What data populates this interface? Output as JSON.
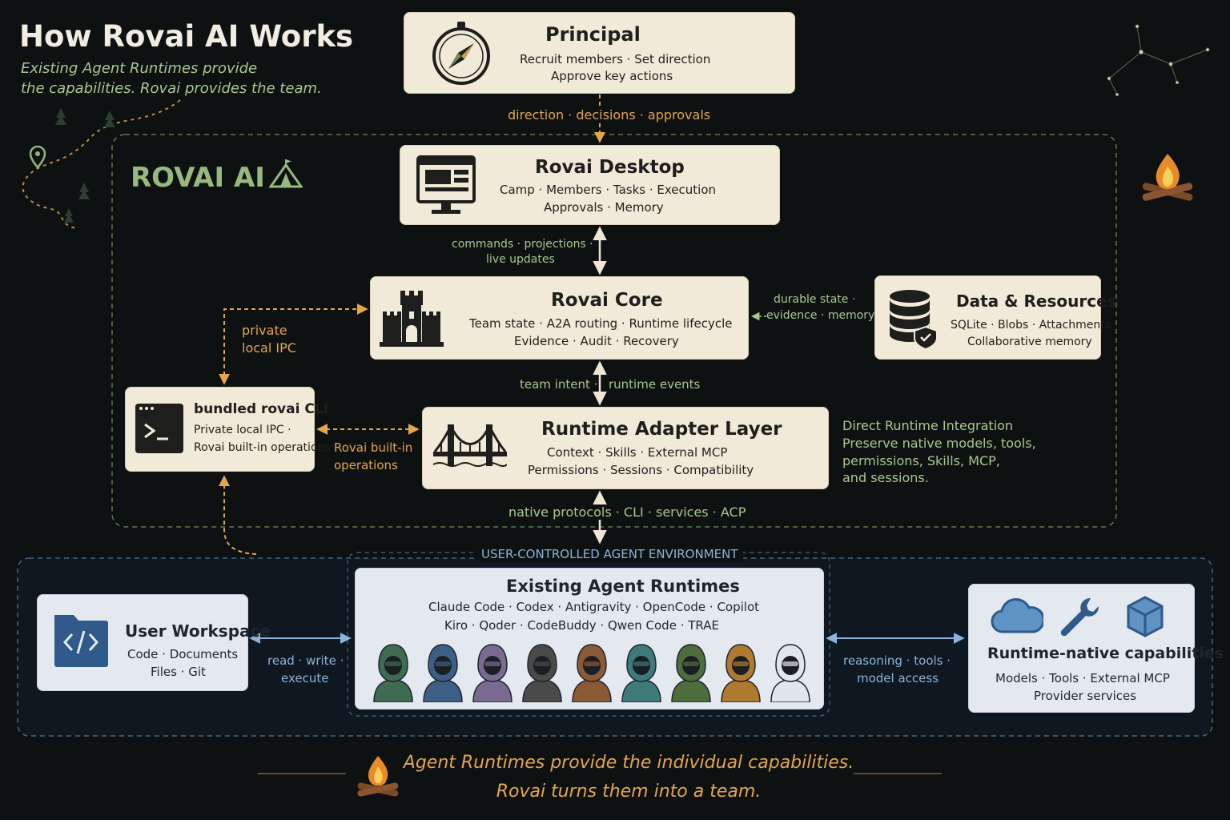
{
  "header": {
    "title": "How Rovai AI Works",
    "subtitle_line1": "Existing Agent Runtimes provide",
    "subtitle_line2": "the capabilities. Rovai provides the team."
  },
  "principal": {
    "title": "Principal",
    "line1": "Recruit members · Set direction",
    "line2": "Approve key actions",
    "icon": "compass-icon"
  },
  "flow_principal": "direction · decisions · approvals",
  "rovai_zone_label": "ROVAI AI",
  "desktop": {
    "title": "Rovai Desktop",
    "line1": "Camp · Members · Tasks · Execution",
    "line2": "Approvals · Memory",
    "icon": "monitor-icon"
  },
  "flow_desktop_line1": "commands · projections ·",
  "flow_desktop_line2": "live updates",
  "core": {
    "title": "Rovai Core",
    "line1": "Team state · A2A routing · Runtime lifecycle",
    "line2": "Evidence · Audit · Recovery",
    "icon": "castle-icon"
  },
  "flow_data_line1": "durable state ·",
  "flow_data_line2": "evidence · memory",
  "data": {
    "title": "Data & Resources",
    "line1": "SQLite · Blobs · Attachments",
    "line2": "Collaborative memory",
    "icon": "database-icon"
  },
  "flow_ipc_line1": "private",
  "flow_ipc_line2": "local IPC",
  "cli": {
    "title": "bundled rovai CLI",
    "line1": "Private local IPC ·",
    "line2": "Rovai built-in operations",
    "icon": "terminal-icon"
  },
  "flow_ops_line1": "Rovai built-in",
  "flow_ops_line2": "operations",
  "flow_team_intent": "team intent ·",
  "flow_runtime_events": "runtime events",
  "adapter": {
    "title": "Runtime Adapter Layer",
    "line1": "Context · Skills · External MCP",
    "line2": "Permissions · Sessions · Compatibility",
    "icon": "bridge-icon"
  },
  "direct_integration": {
    "title": "Direct Runtime Integration",
    "line1": "Preserve native models, tools,",
    "line2": "permissions, Skills, MCP,",
    "line3": "and sessions."
  },
  "flow_native": "native protocols · CLI · services · ACP",
  "user_env_label": "USER-CONTROLLED AGENT ENVIRONMENT",
  "workspace": {
    "title": "User Workspace",
    "line1": "Code · Documents",
    "line2": "Files · Git",
    "icon": "code-folder-icon"
  },
  "flow_workspace_line1": "read · write ·",
  "flow_workspace_line2": "execute",
  "runtimes": {
    "title": "Existing Agent Runtimes",
    "line1": "Claude Code · Codex · Antigravity · OpenCode · Copilot",
    "line2": "Kiro · Qoder · CodeBuddy · Qwen Code · TRAE",
    "avatar_colors": [
      "#3f6b52",
      "#3d5f86",
      "#7a6a92",
      "#4a4a4a",
      "#8a5a36",
      "#3f7a7a",
      "#4d6e3c",
      "#b07a2e",
      "#dfe6ee"
    ]
  },
  "flow_reasoning_line1": "reasoning · tools ·",
  "flow_reasoning_line2": "model access",
  "capabilities": {
    "title": "Runtime-native capabilities",
    "line1": "Models · Tools · External MCP",
    "line2": "Provider services",
    "icons": [
      "cloud-icon",
      "wrench-icon",
      "box-icon"
    ]
  },
  "footer": {
    "line1": "Agent Runtimes provide the individual capabilities.",
    "line2": "Rovai turns them into a team."
  },
  "colors": {
    "background": "#0d1112",
    "card": "#f2ead8",
    "blue_card": "#e4e9f0",
    "orange": "#e5a64a",
    "green": "#a9c98d",
    "blue": "#8db3da"
  }
}
